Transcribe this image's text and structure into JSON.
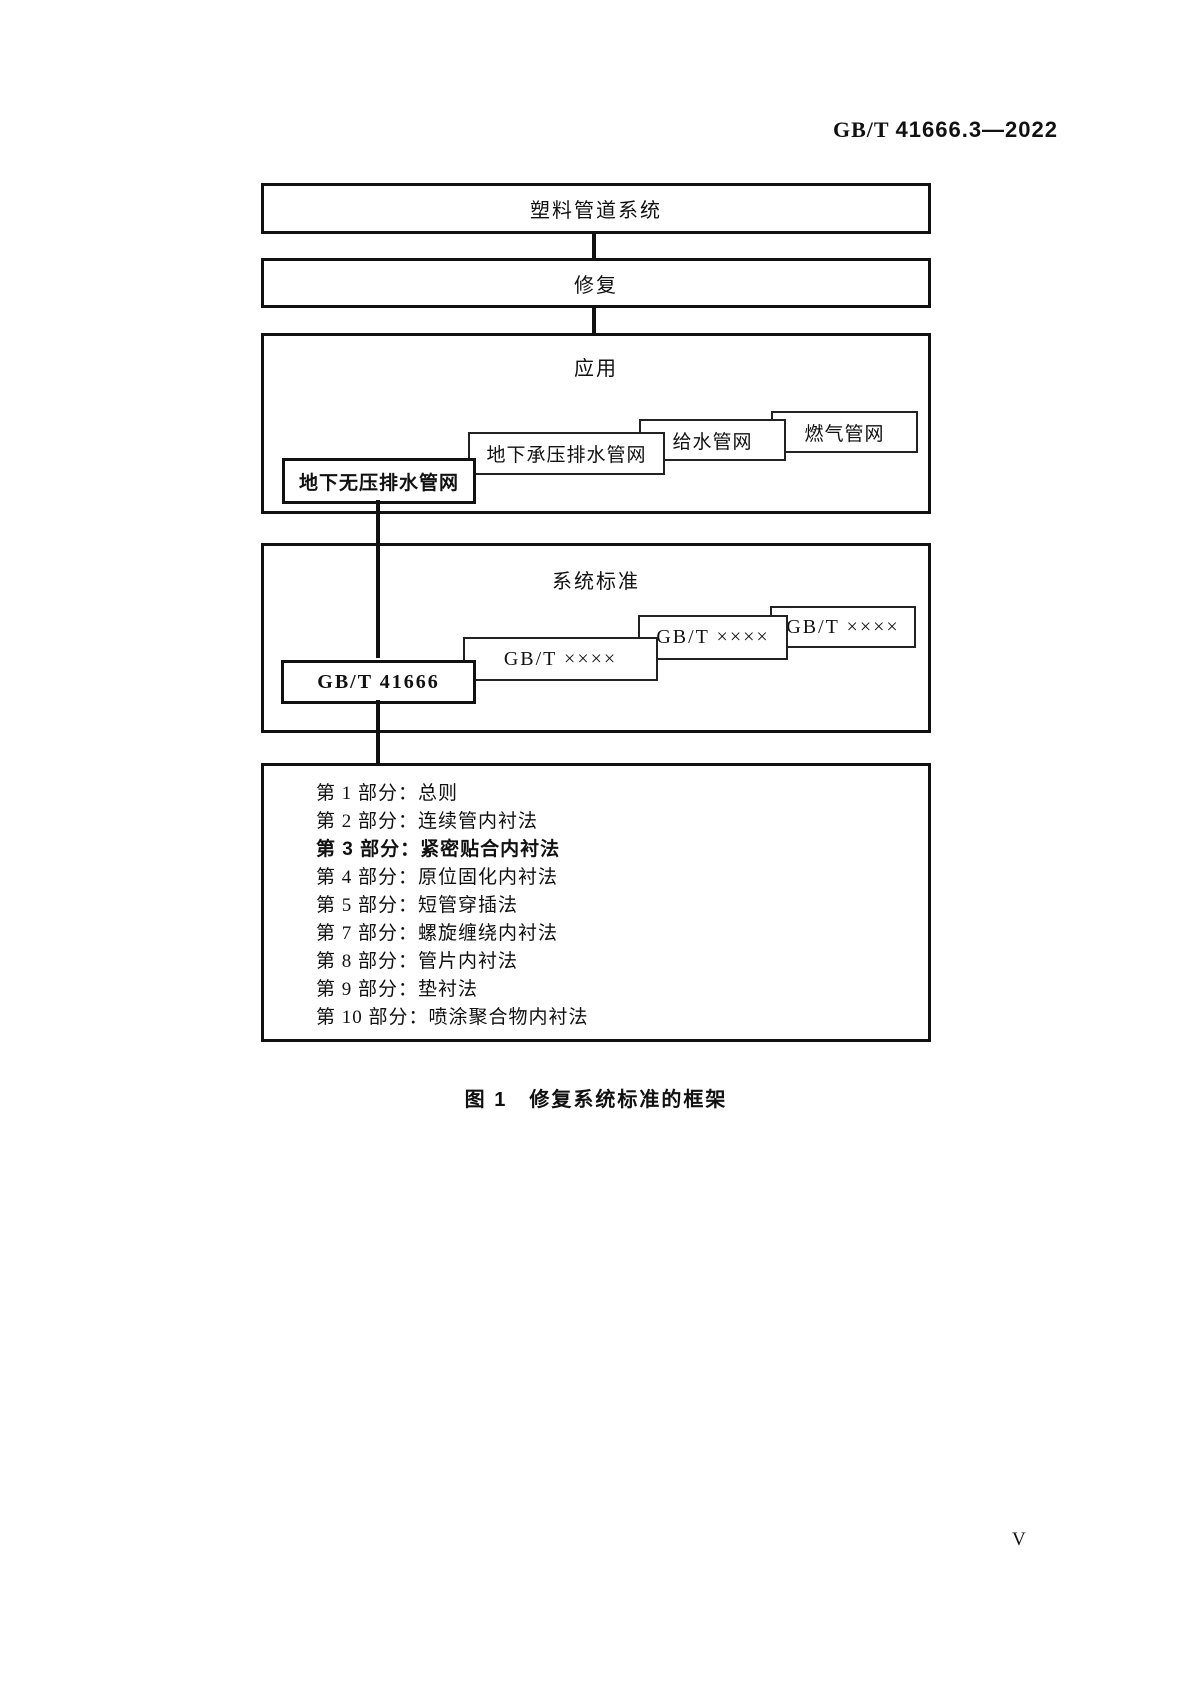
{
  "header": {
    "code_prefix": "GB/T",
    "code_number": "41666.3—2022"
  },
  "diagram": {
    "level1": {
      "label": "塑料管道系统"
    },
    "level2": {
      "label": "修复"
    },
    "application": {
      "title": "应用",
      "items": [
        {
          "label": "燃气管网"
        },
        {
          "label": "给水管网"
        },
        {
          "label": "地下承压排水管网"
        },
        {
          "label": "地下无压排水管网",
          "emphasis": true
        }
      ]
    },
    "standards": {
      "title": "系统标准",
      "items": [
        {
          "label": "GB/T ××××"
        },
        {
          "label": "GB/T ××××"
        },
        {
          "label": "GB/T ××××"
        },
        {
          "label": "GB/T 41666",
          "emphasis": true
        }
      ]
    },
    "parts": {
      "items": [
        {
          "label": "第 1 部分：总则"
        },
        {
          "label": "第 2 部分：连续管内衬法"
        },
        {
          "label": "第 3 部分：紧密贴合内衬法",
          "emphasis": true
        },
        {
          "label": "第 4 部分：原位固化内衬法"
        },
        {
          "label": "第 5 部分：短管穿插法"
        },
        {
          "label": "第 7 部分：螺旋缠绕内衬法"
        },
        {
          "label": "第 8 部分：管片内衬法"
        },
        {
          "label": "第 9 部分：垫衬法"
        },
        {
          "label": "第 10 部分：喷涂聚合物内衬法"
        }
      ]
    }
  },
  "caption": "图 1　修复系统标准的框架",
  "page_number": "V",
  "colors": {
    "ink": "#111111",
    "paper": "#ffffff"
  }
}
